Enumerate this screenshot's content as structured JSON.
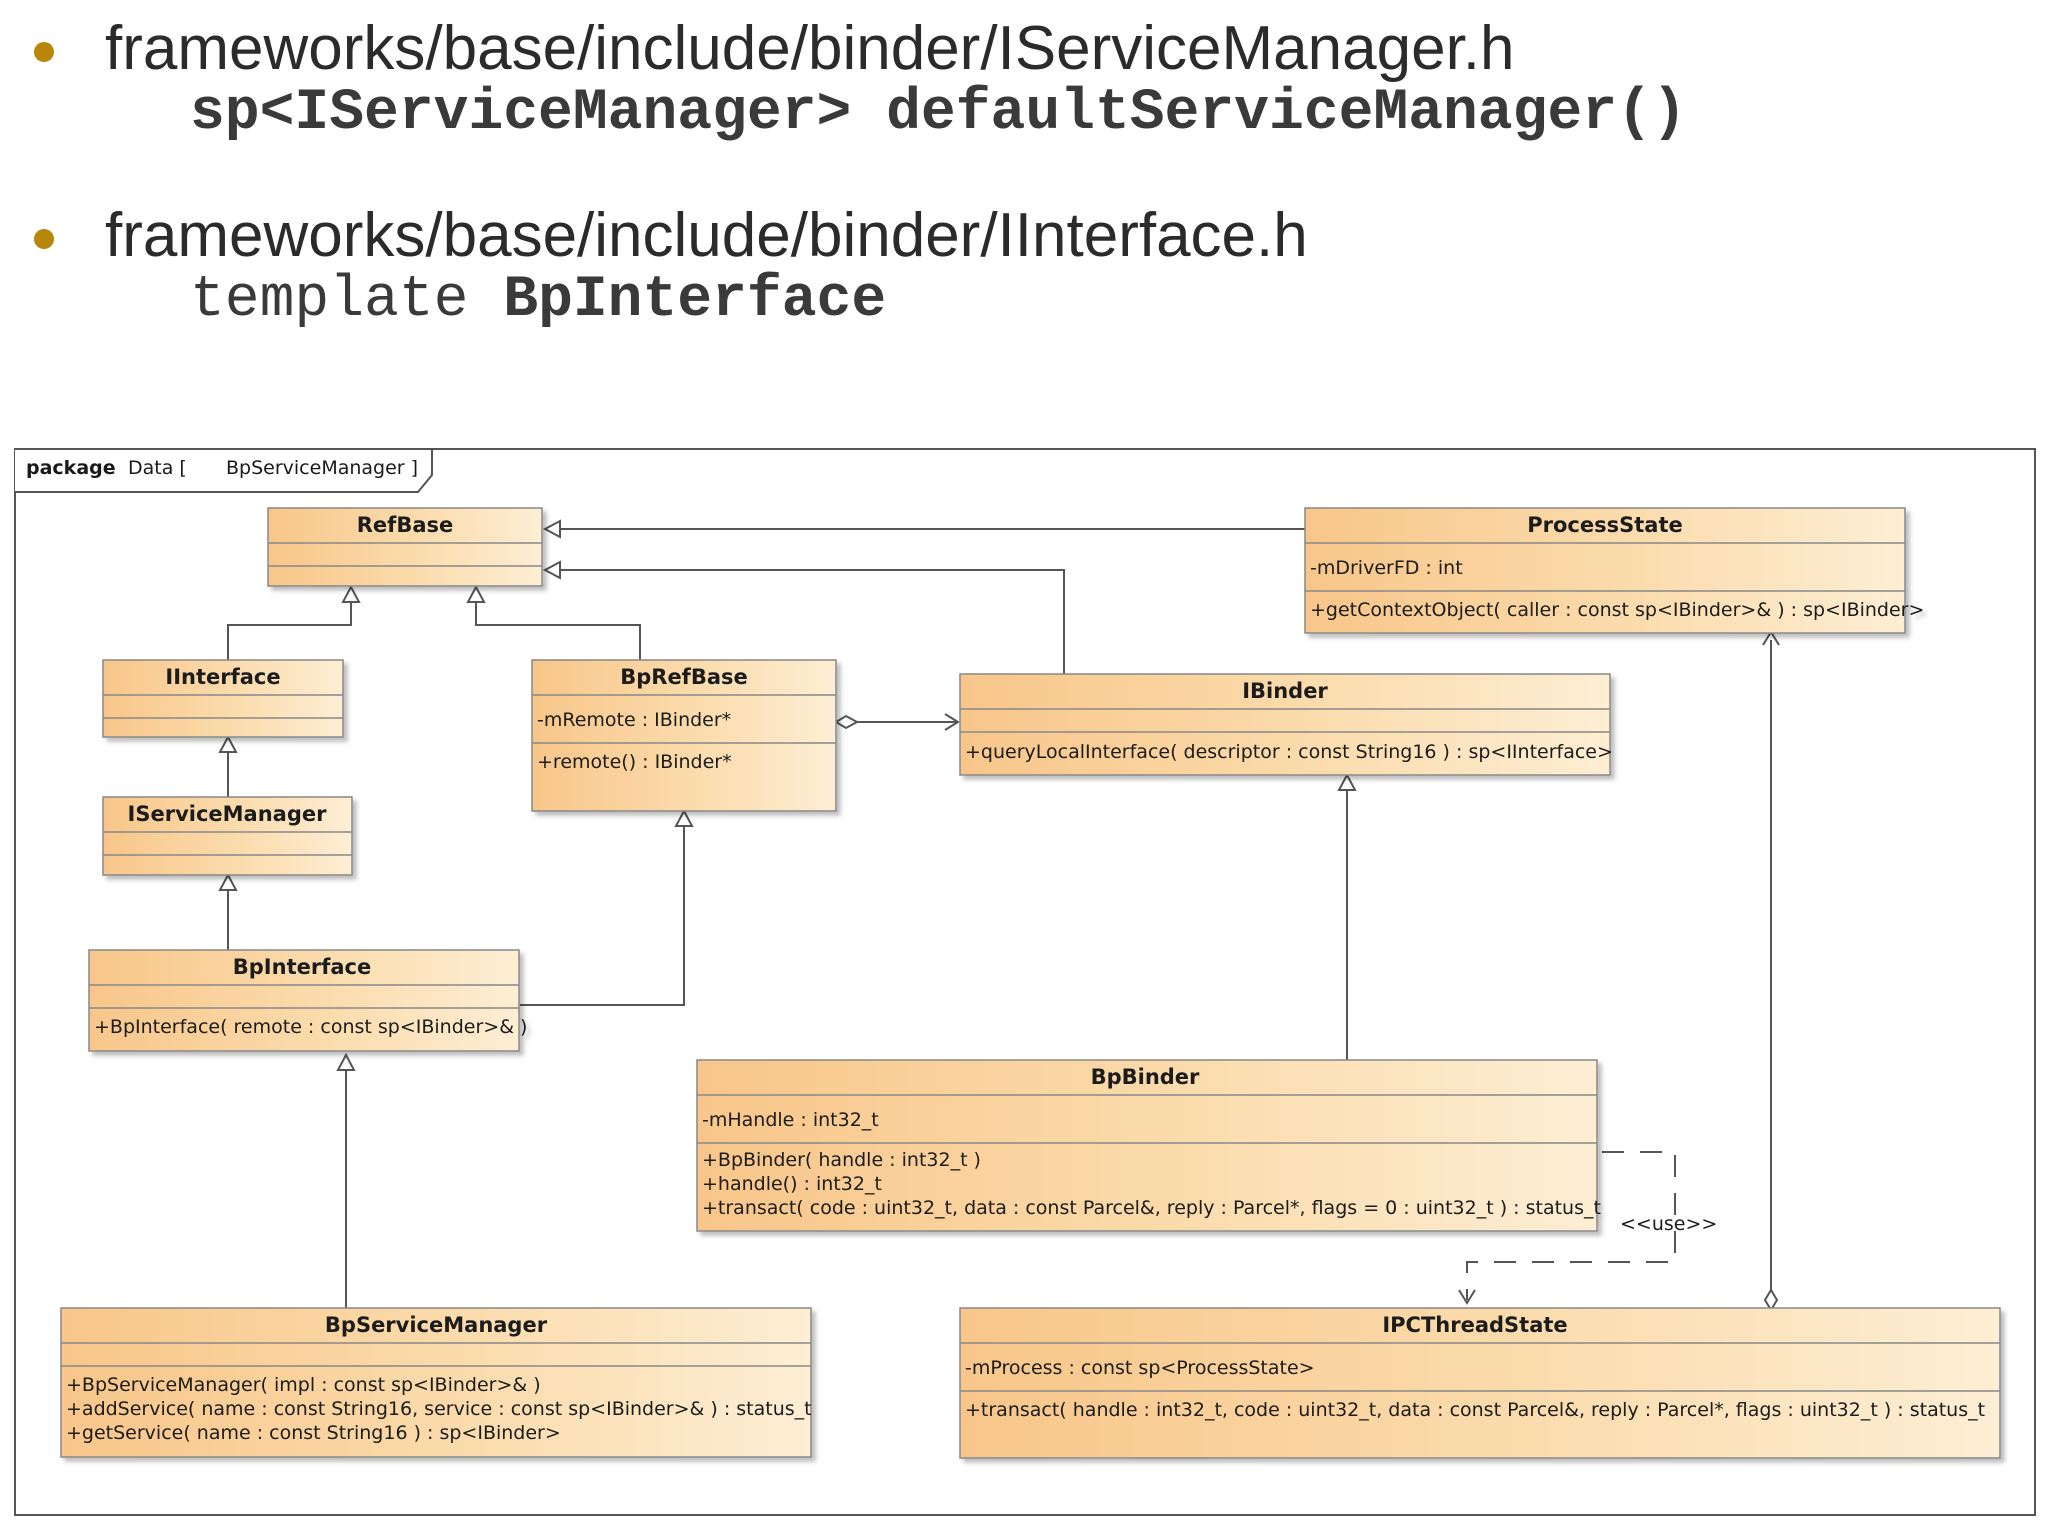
{
  "header": {
    "items": [
      {
        "path": "frameworks/base/include/binder/IServiceManager.h",
        "code_normal": "",
        "code_bold": "sp<IServiceManager> defaultServiceManager()"
      },
      {
        "path": "frameworks/base/include/binder/IInterface.h",
        "code_normal": "template ",
        "code_bold": "BpInterface"
      }
    ]
  },
  "diagram": {
    "package_keyword": "package",
    "package_label": "Data [",
    "package_name": "BpServiceManager ]",
    "classes": {
      "refbase": {
        "name": "RefBase",
        "attributes": [],
        "operations": []
      },
      "processstate": {
        "name": "ProcessState",
        "attributes": [
          "-mDriverFD : int"
        ],
        "operations": [
          "+getContextObject( caller : const sp<IBinder>& ) : sp<IBinder>"
        ]
      },
      "iinterface": {
        "name": "IInterface",
        "attributes": [],
        "operations": []
      },
      "bprefbase": {
        "name": "BpRefBase",
        "attributes": [
          "-mRemote : IBinder*"
        ],
        "operations": [
          "+remote() : IBinder*"
        ]
      },
      "ibinder": {
        "name": "IBinder",
        "attributes": [],
        "operations": [
          "+queryLocalInterface( descriptor : const String16 ) : sp<IInterface>"
        ]
      },
      "iservicemanager": {
        "name": "IServiceManager",
        "attributes": [],
        "operations": []
      },
      "bpinterface": {
        "name": "BpInterface",
        "attributes": [],
        "operations": [
          "+BpInterface( remote : const sp<IBinder>& )"
        ]
      },
      "bpbinder": {
        "name": "BpBinder",
        "attributes": [
          "-mHandle : int32_t"
        ],
        "operations": [
          "+BpBinder( handle : int32_t )",
          "+handle() : int32_t",
          "+transact( code : uint32_t, data : const Parcel&, reply : Parcel*, flags = 0 : uint32_t ) : status_t"
        ]
      },
      "bpservicemanager": {
        "name": "BpServiceManager",
        "attributes": [],
        "operations": [
          "+BpServiceManager( impl : const sp<IBinder>& )",
          "+addService( name : const String16, service : const sp<IBinder>& ) : status_t",
          "+getService( name : const String16 ) : sp<IBinder>"
        ]
      },
      "ipcthreadstate": {
        "name": "IPCThreadState",
        "attributes": [
          "-mProcess : const sp<ProcessState>"
        ],
        "operations": [
          "+transact( handle : int32_t, code : uint32_t, data : const Parcel&, reply : Parcel*, flags : uint32_t ) : status_t"
        ]
      }
    },
    "use_label": "<<use>>"
  }
}
